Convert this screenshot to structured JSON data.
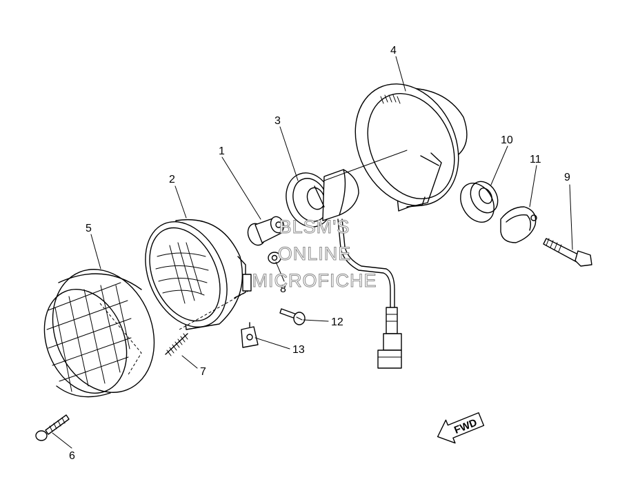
{
  "callouts": [
    {
      "id": "1",
      "label": "1"
    },
    {
      "id": "2",
      "label": "2"
    },
    {
      "id": "3",
      "label": "3"
    },
    {
      "id": "4",
      "label": "4"
    },
    {
      "id": "5",
      "label": "5"
    },
    {
      "id": "6",
      "label": "6"
    },
    {
      "id": "7",
      "label": "7"
    },
    {
      "id": "8",
      "label": "8"
    },
    {
      "id": "9",
      "label": "9"
    },
    {
      "id": "10",
      "label": "10"
    },
    {
      "id": "11",
      "label": "11"
    },
    {
      "id": "12",
      "label": "12"
    },
    {
      "id": "13",
      "label": "13"
    }
  ],
  "watermark": {
    "line1": "BLSM'S",
    "line2": "ONLINE",
    "line3": "MICROFICHE"
  },
  "direction_arrow": {
    "label": "FWD"
  }
}
